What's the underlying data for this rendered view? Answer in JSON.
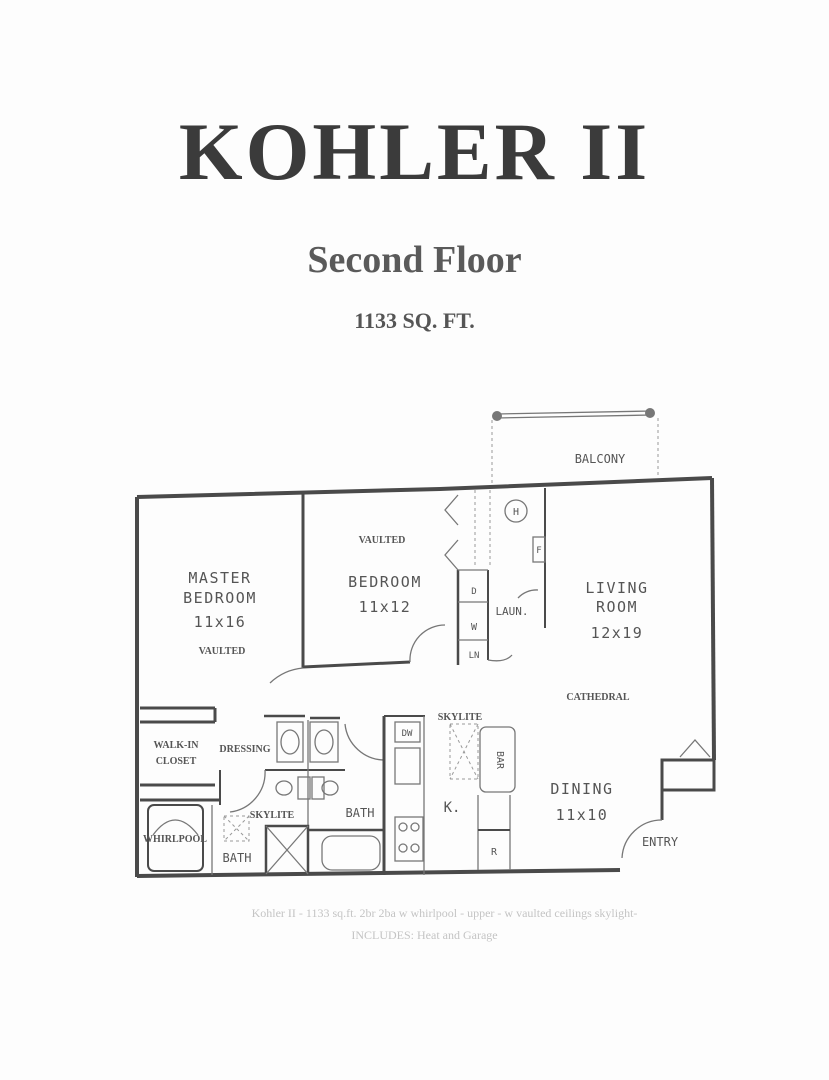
{
  "header": {
    "title": "KOHLER II",
    "subtitle": "Second Floor",
    "area": "1133 SQ. FT."
  },
  "plan": {
    "balcony": "BALCONY",
    "master_bedroom": {
      "name_1": "MASTER",
      "name_2": "BEDROOM",
      "size": "11x16",
      "note": "VAULTED"
    },
    "bedroom": {
      "name": "BEDROOM",
      "size": "11x12",
      "note": "VAULTED"
    },
    "living_room": {
      "name_1": "LIVING",
      "name_2": "ROOM",
      "size": "12x19",
      "note": "CATHEDRAL"
    },
    "dining": {
      "name": "DINING",
      "size": "11x10"
    },
    "entry": "ENTRY",
    "laundry": "LAUN.",
    "fixtures": {
      "heater": "H",
      "furnace": "F",
      "dryer": "D",
      "washer": "W",
      "linen": "LN",
      "dishwasher": "DW",
      "refrigerator": "R",
      "bar": "BAR",
      "kitchen": "K."
    },
    "walk_in_closet_1": "WALK-IN",
    "walk_in_closet_2": "CLOSET",
    "dressing": "DRESSING",
    "whirlpool": "WHIRLPOOL",
    "master_bath": "BATH",
    "master_skylite": "SKYLITE",
    "bath": "BATH",
    "kitchen_skylite": "SKYLITE"
  },
  "footer": {
    "line1": "Kohler II - 1133 sq.ft. 2br 2ba w whirlpool - upper - w vaulted ceilings  skylight-",
    "line2": "INCLUDES: Heat and Garage"
  }
}
